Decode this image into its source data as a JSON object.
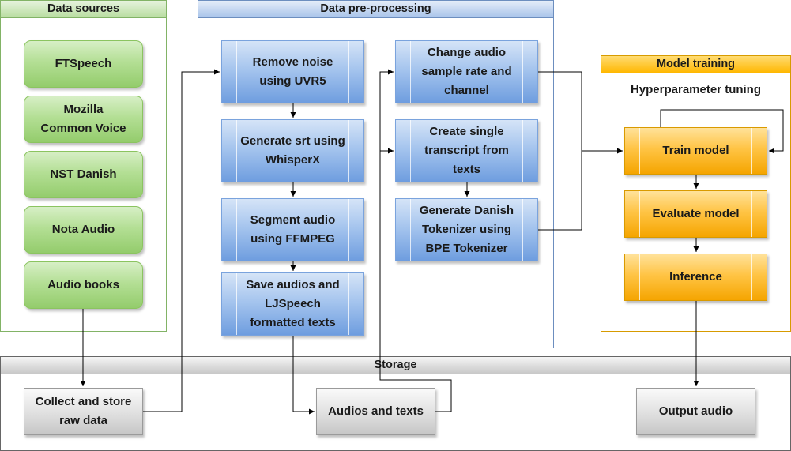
{
  "data_sources": {
    "title": "Data sources",
    "items": [
      "FTSpeech",
      "Mozilla\nCommon Voice",
      "NST Danish",
      "Nota Audio",
      "Audio books"
    ]
  },
  "preprocessing": {
    "title": "Data pre-processing",
    "col1": [
      "Remove noise\nusing UVR5",
      "Generate srt using\nWhisperX",
      "Segment audio\nusing FFMPEG",
      "Save audios and\nLJSpeech\nformatted texts"
    ],
    "col2": [
      "Change audio\nsample rate and\nchannel",
      "Create single\ntranscript from\ntexts",
      "Generate Danish\nTokenizer using\nBPE Tokenizer"
    ]
  },
  "model_training": {
    "title": "Model training",
    "subtitle": "Hyperparameter tuning",
    "steps": [
      "Train model",
      "Evaluate model",
      "Inference"
    ]
  },
  "storage": {
    "title": "Storage",
    "items": [
      "Collect and store\nraw data",
      "Audios and texts",
      "Output audio"
    ]
  },
  "colors": {
    "sources_border": "#82b366",
    "sources_head": "#d5e8d4",
    "preproc_border": "#6c8ebf",
    "preproc_head": "#dae8fc",
    "training_border": "#d79b00",
    "training_head": "#ffcd28",
    "storage_border": "#666666",
    "storage_head": "#e6e6e6"
  }
}
